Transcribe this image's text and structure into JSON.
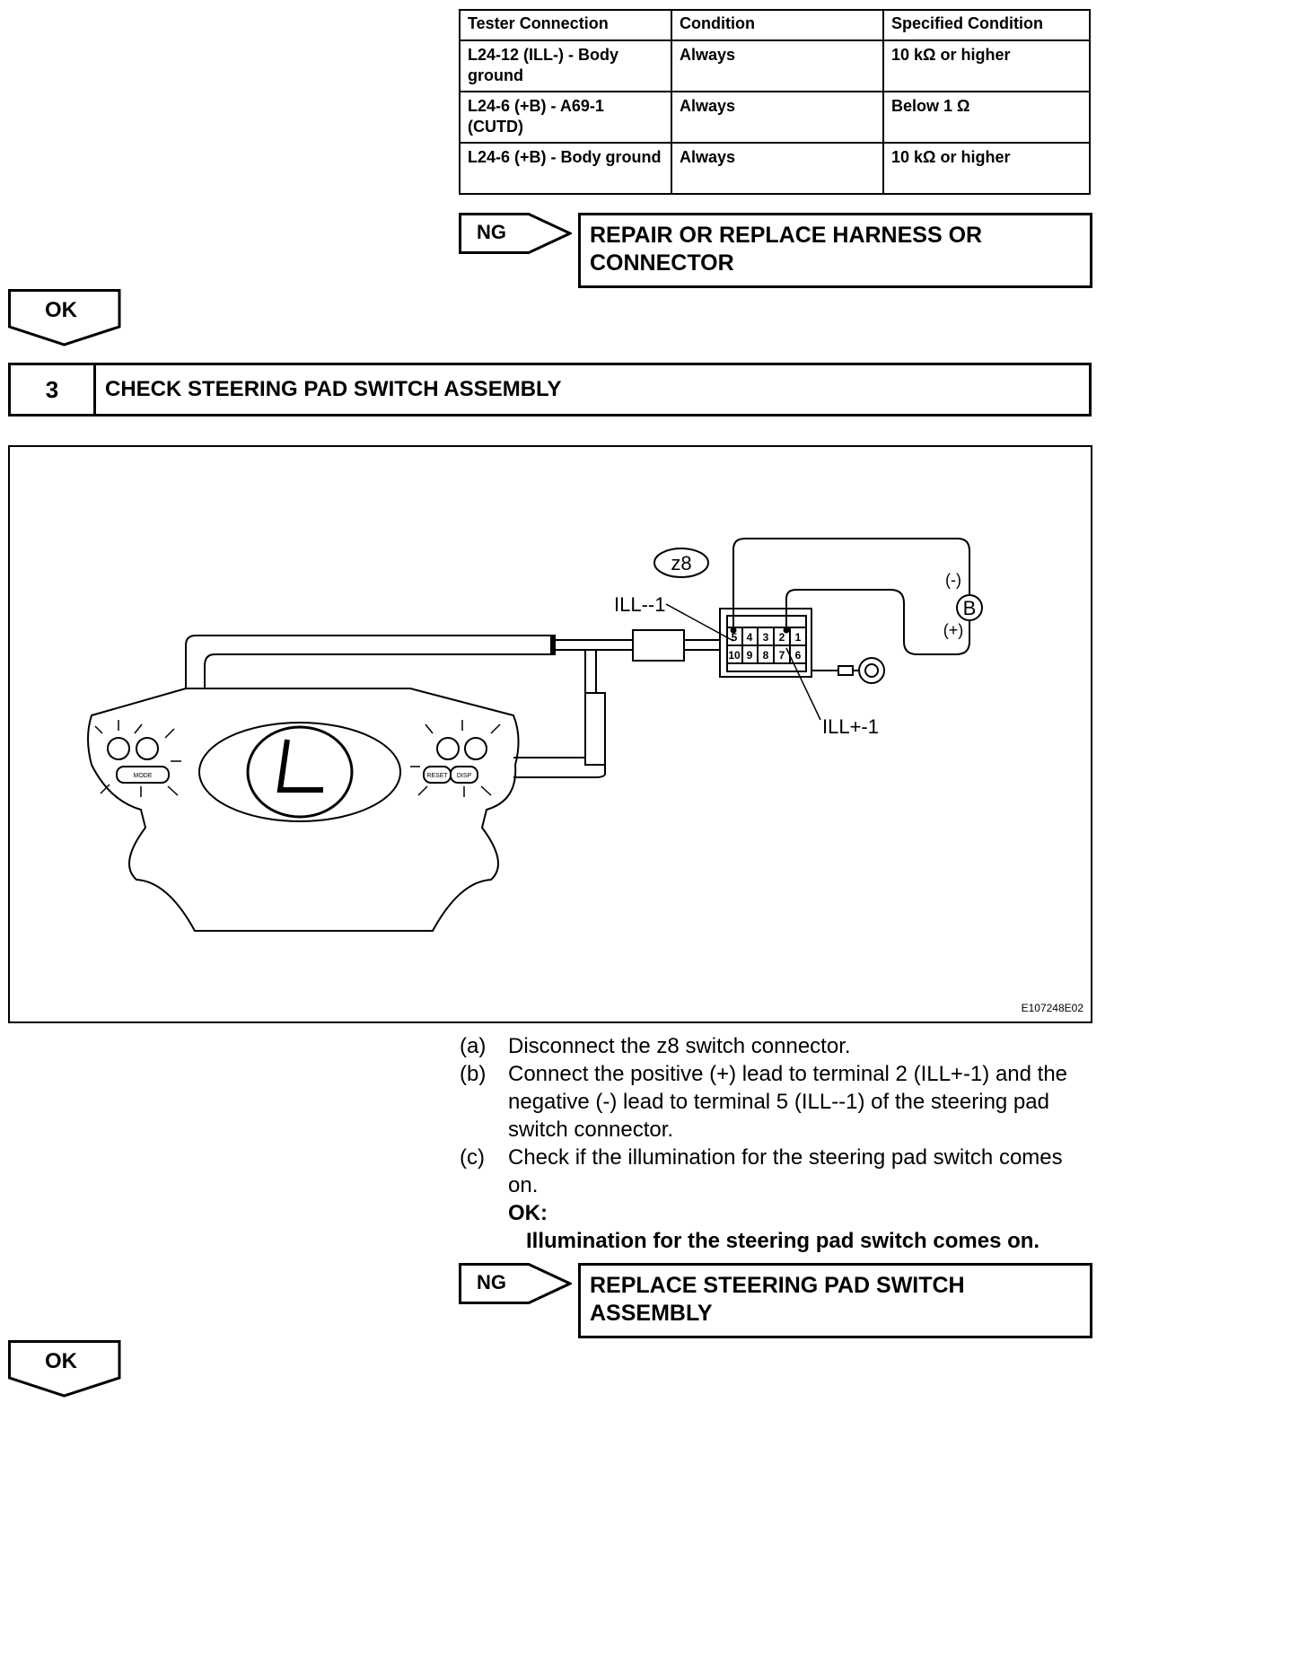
{
  "table": {
    "headers": [
      "Tester Connection",
      "Condition",
      "Specified Condition"
    ],
    "rows": [
      [
        "L24-12 (ILL-) - Body ground",
        "Always",
        "10 kΩ or higher"
      ],
      [
        "L24-6 (+B) - A69-1 (CUTD)",
        "Always",
        "Below 1 Ω"
      ],
      [
        "L24-6 (+B) - Body ground",
        "Always",
        "10 kΩ or higher"
      ]
    ]
  },
  "ng1": {
    "tag": "NG",
    "result": "REPAIR OR REPLACE HARNESS OR CONNECTOR"
  },
  "ok1": {
    "tag": "OK"
  },
  "step": {
    "number": "3",
    "title": "CHECK STEERING PAD SWITCH ASSEMBLY"
  },
  "figure": {
    "connector_name": "z8",
    "label_minus_pin": "ILL--1",
    "label_plus_pin": "ILL+-1",
    "battery_label": "B",
    "battery_minus": "(-)",
    "battery_plus": "(+)",
    "pins_top": [
      "5",
      "4",
      "3",
      "2",
      "1"
    ],
    "pins_bottom": [
      "10",
      "9",
      "8",
      "7",
      "6"
    ],
    "button_labels": [
      "MODE",
      "RESET",
      "DISP"
    ],
    "code": "E107248E02"
  },
  "instructions": [
    {
      "label": "(a)",
      "text": "Disconnect the z8 switch connector."
    },
    {
      "label": "(b)",
      "text": "Connect the positive (+) lead to terminal 2 (ILL+-1) and the negative (-) lead to terminal 5 (ILL--1) of the steering pad switch connector."
    },
    {
      "label": "(c)",
      "text": "Check if the illumination for the steering pad switch comes on."
    }
  ],
  "ok_spec": {
    "label": "OK:",
    "value": "Illumination for the steering pad switch comes on."
  },
  "ng2": {
    "tag": "NG",
    "result": "REPLACE STEERING PAD SWITCH ASSEMBLY"
  },
  "ok2": {
    "tag": "OK"
  }
}
